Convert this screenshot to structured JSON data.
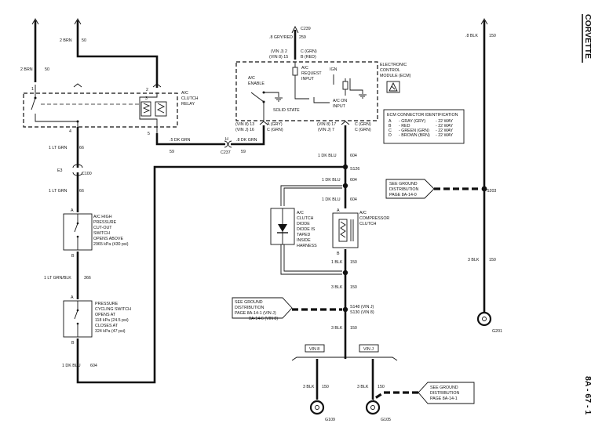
{
  "header": {
    "page_side_title": "CORVETTE",
    "page_number": "8A - 67 - 1"
  },
  "wires_top": {
    "w_2brn_50_a": {
      "label": "2 BRN",
      "num": "50"
    },
    "w_2brn_50_b": {
      "label": "2 BRN",
      "num": "50"
    },
    "w_grayred": {
      "label": ".8 GRY/RED",
      "num": "259"
    },
    "c239": "C239",
    "w_8blk_150": {
      "label": ".8 BLK",
      "num": "150"
    }
  },
  "relay": {
    "title": [
      "A/C",
      "CLUTCH",
      "RELAY"
    ],
    "pins": {
      "p1": "1",
      "p2": "2",
      "p3": "3",
      "p4": "4",
      "p5": "5"
    }
  },
  "wires_mid": {
    "w_5dkgrn": {
      "label": ".5 DK GRN",
      "num": "59"
    },
    "w_8dkgrn": {
      "label": ".8 DK GRN",
      "num": "59"
    },
    "c237": "C237",
    "h_pin": "H",
    "w_1ltgrn_a": {
      "label": "1 LT GRN",
      "num": "66"
    },
    "c100": "C100",
    "c100_pin": "E3",
    "w_1ltgrn_b": {
      "label": "1 LT GRN",
      "num": "66"
    },
    "w_1ltgrnblk": {
      "label": "1 LT GRN/BLK",
      "num": "366"
    },
    "w_1dkblu_left": {
      "label": "1 DK BLU",
      "num": "604"
    }
  },
  "high_pressure_switch": {
    "lines": [
      "A/C HIGH",
      "PRESSURE",
      "CUT-OUT",
      "SWITCH",
      "OPENS ABOVE",
      "2965 kPa (430 psi)"
    ],
    "pin_a": "A",
    "pin_b": "B"
  },
  "cycling_switch": {
    "lines": [
      "PRESSURE",
      "CYCLING SWITCH",
      "OPENS AT",
      "118 kPa (24.5 psi)",
      "CLOSES AT",
      "324 kPa (47 psi)"
    ],
    "pin_a": "A",
    "pin_b": "B"
  },
  "ecm": {
    "title": [
      "ELECTRONIC",
      "CONTROL",
      "MODULE (ECM)"
    ],
    "top_pin": {
      "left": [
        "(VIN J) 2",
        "(VIN 8) 15"
      ],
      "right": [
        "C (GRN)",
        "B (RED)"
      ]
    },
    "ac_request": [
      "A/C",
      "REQUEST",
      "INPUT"
    ],
    "ign": "IGN",
    "ac_enable": [
      "A/C",
      "ENABLE"
    ],
    "solid_state": "SOLID STATE",
    "ac_on": [
      "A/C ON",
      "INPUT"
    ],
    "left_pin": {
      "left": [
        "(VIN 8) 13",
        "(VIN J) 16"
      ],
      "right": [
        "A (GRY)",
        "C (GRN)"
      ]
    },
    "right_pin": {
      "left": [
        "(VIN 8) 17",
        "(VIN J) 7"
      ],
      "right": [
        "C (GRN)",
        "C (GRN)"
      ]
    },
    "connector_table": {
      "title": "ECM CONNECTOR IDENTIFICATION",
      "rows": [
        [
          "A",
          "- GRAY (GRY)",
          "- 22 WAY"
        ],
        [
          "B",
          "- RED",
          "- 22 WAY"
        ],
        [
          "C",
          "- GREEN (GRN)",
          "- 22 WAY"
        ],
        [
          "D",
          "- BROWN (BRN)",
          "- 22 WAY"
        ]
      ]
    }
  },
  "center": {
    "w_1dkblu_a": {
      "label": "1 DK BLU",
      "num": "604"
    },
    "s126": "S126",
    "w_1dkblu_b": {
      "label": "1 DK BLU",
      "num": "604"
    },
    "w_1dkblu_c": {
      "label": "1 DK BLU",
      "num": "604"
    },
    "diode": [
      "A/C",
      "CLUTCH",
      "DIODE",
      "DIODE IS",
      "TAPED",
      "INSIDE",
      "HARNESS"
    ],
    "compressor": [
      "A/C",
      "COMPRESSOR",
      "CLUTCH"
    ],
    "pin_a": "A",
    "pin_b": "B",
    "w_1blk": {
      "label": "1 BLK",
      "num": "150"
    },
    "w_3blk_a": {
      "label": "3 BLK",
      "num": "150"
    },
    "s148": "S148 (VIN J)",
    "s130": "S130 (VIN 8)",
    "w_3blk_b": {
      "label": "3 BLK",
      "num": "150"
    },
    "vin8": "VIN 8",
    "vinj": "VIN J",
    "w_3blk_c": {
      "label": "3 BLK",
      "num": "150"
    },
    "w_3blk_d": {
      "label": "3 BLK",
      "num": "150"
    },
    "g109": "G109",
    "g105": "G105"
  },
  "ground_refs": {
    "ref1": [
      "SEE GROUND",
      "DISTRIBUTION",
      "PAGE 8A-14-0"
    ],
    "s203": "S203",
    "ref2": [
      "SEE GROUND",
      "DISTRIBUTION",
      "PAGE 8A-14-1 (VIN J)",
      "8A-14-6 (VIN 8)"
    ],
    "ref3": [
      "SEE GROUND",
      "DISTRIBUTION",
      "PAGE 8A-14-1"
    ]
  },
  "right_ground": {
    "w_3blk": {
      "label": "3 BLK",
      "num": "150"
    },
    "g201": "G201"
  }
}
